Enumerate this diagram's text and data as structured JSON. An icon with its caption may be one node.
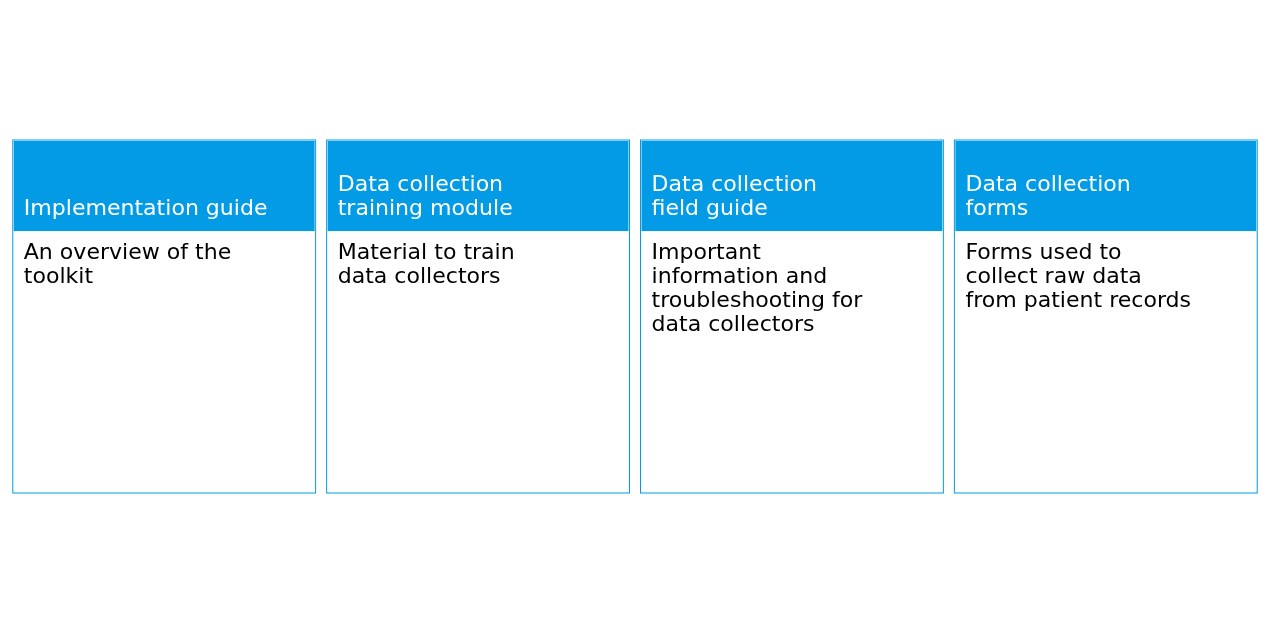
{
  "diagram": {
    "nodes": [
      {
        "text": [
          "Implementation guide",
          "An overview of the toolkit"
        ]
      },
      {
        "text": [
          "Data collection training module",
          "Material to train data collectors"
        ]
      },
      {
        "text": [
          "Data collection field guide",
          "Important information and troubleshooting for data collectors"
        ]
      },
      {
        "text": [
          "Data collection forms",
          "Forms used to collect raw data from patient records"
        ]
      }
    ]
  }
}
